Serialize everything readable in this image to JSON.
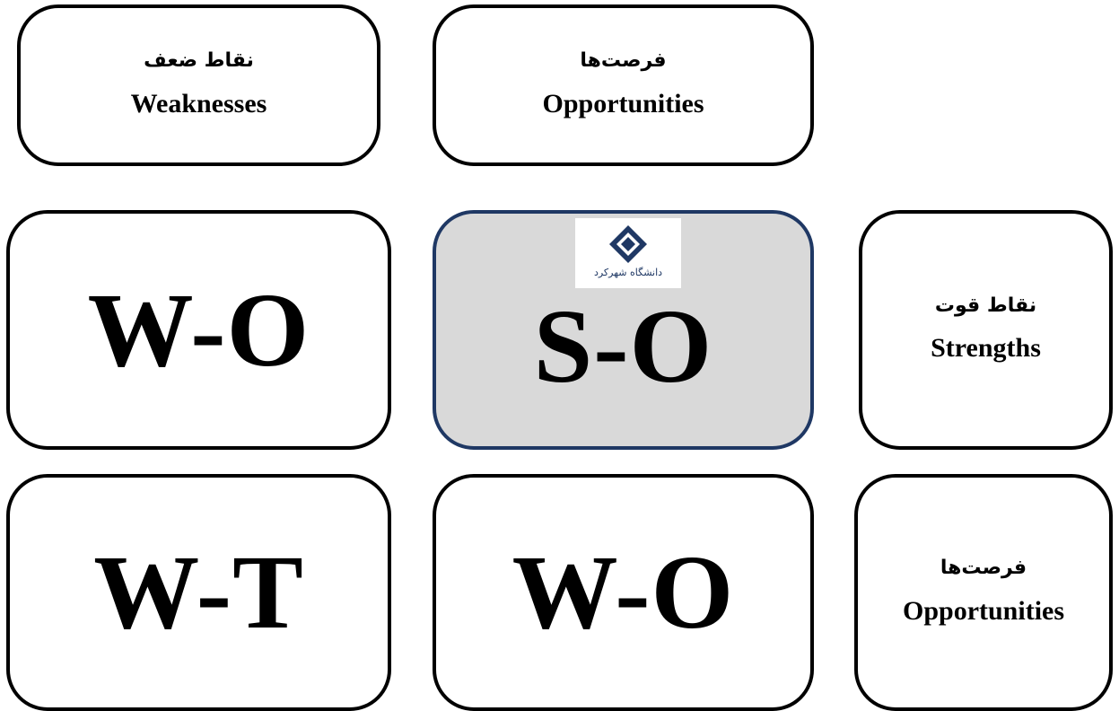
{
  "colors": {
    "border": "#000000",
    "highlight_fill": "#d9d9d9",
    "highlight_border": "#1f3864",
    "logo": "#1f3864"
  },
  "top_row": {
    "weaknesses": {
      "fa": "نقاط ضعف",
      "en": "Weaknesses"
    },
    "opportunities": {
      "fa": "فرصت‌ها",
      "en": "Opportunities"
    }
  },
  "middle_row": {
    "wo": "W-O",
    "so": "S-O",
    "strengths": {
      "fa": "نقاط قوت",
      "en": "Strengths"
    }
  },
  "bottom_row": {
    "wt": "W-T",
    "wo": "W-O",
    "opportunities": {
      "fa": "فرصت‌ها",
      "en": "Opportunities"
    }
  },
  "logo": {
    "icon": "university-logo-icon",
    "text": "دانشگاه شهرکرد"
  }
}
